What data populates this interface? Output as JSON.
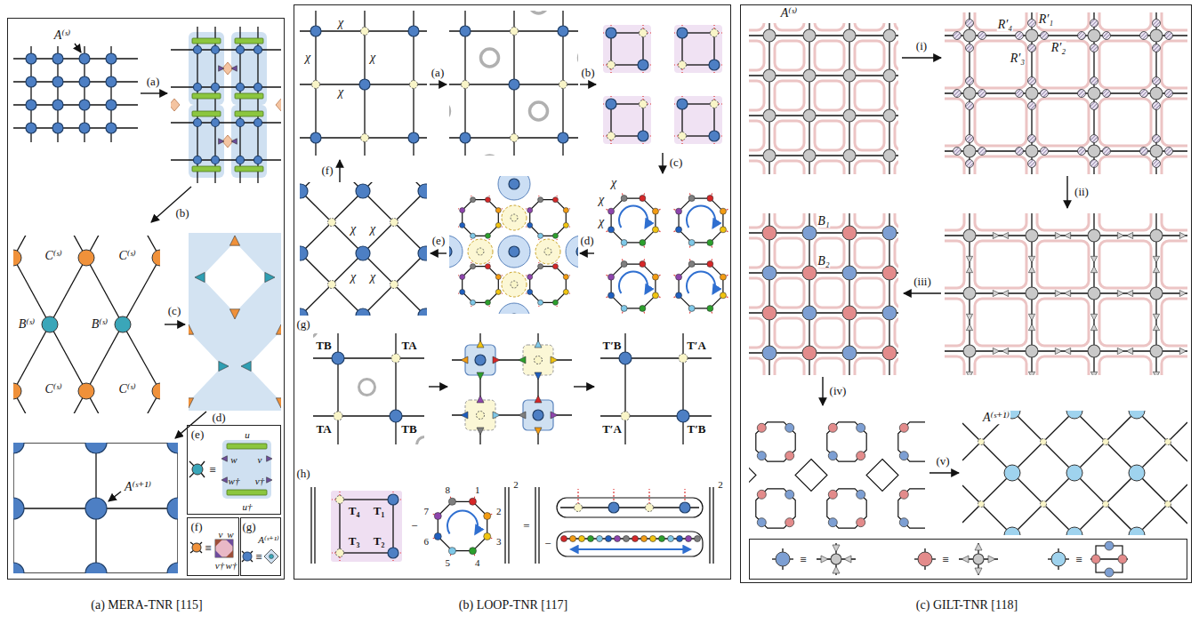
{
  "diagram": {
    "nodes": [
      {
        "text": [
          "(a) MERA-TNR [115]"
        ]
      },
      {
        "text": [
          "(b) LOOP-TNR [117]"
        ]
      },
      {
        "text": [
          "(c) GILT-TNR [118]"
        ]
      },
      {
        "text": [
          "(e)",
          "≡",
          "u",
          "v",
          "w",
          "w†",
          "u†",
          "v†"
        ],
        "in": 0
      },
      {
        "text": [
          "(f)",
          "≡",
          "v",
          "w",
          "v†",
          "w†"
        ],
        "in": 0
      },
      {
        "text": [
          "(g)",
          "A⁽ˢ⁺¹⁾",
          "≡"
        ],
        "in": 0
      },
      {
        "text": [
          "≡",
          "≡",
          "≡"
        ],
        "in": 2
      }
    ],
    "labels": [
      "A⁽ˢ⁾",
      "(a)",
      "(b)",
      "C⁽ˢ⁾",
      "C⁽ˢ⁾",
      "B⁽ˢ⁾",
      "B⁽ˢ⁾",
      "C⁽ˢ⁾",
      "C⁽ˢ⁾",
      "(c)",
      "(d)",
      "A⁽ˢ⁺¹⁾",
      "χ",
      "χ",
      "χ",
      "χ",
      "(a)",
      "(b)",
      "(c)",
      "χ",
      "χ",
      "χ",
      "(d)",
      "(e)",
      "χ",
      "χ",
      "χ",
      "χ",
      "(f)",
      "(g)",
      "TB",
      "TA",
      "TA",
      "TB",
      "T′B",
      "T′A",
      "T′A",
      "T′B",
      "(h)",
      "T₄",
      "T₁",
      "T₃",
      "T₂",
      "−",
      "1",
      "2",
      "3",
      "4",
      "5",
      "6",
      "7",
      "8",
      "2",
      "=",
      "−",
      "2",
      "A⁽ˢ⁾",
      "(i)",
      "R′₁",
      "R′₄",
      "R′₂",
      "R′₃",
      "(ii)",
      "(iii)",
      "B₁",
      "B₂",
      "(iv)",
      "(v)",
      "A⁽ˢ⁺¹⁾"
    ]
  }
}
